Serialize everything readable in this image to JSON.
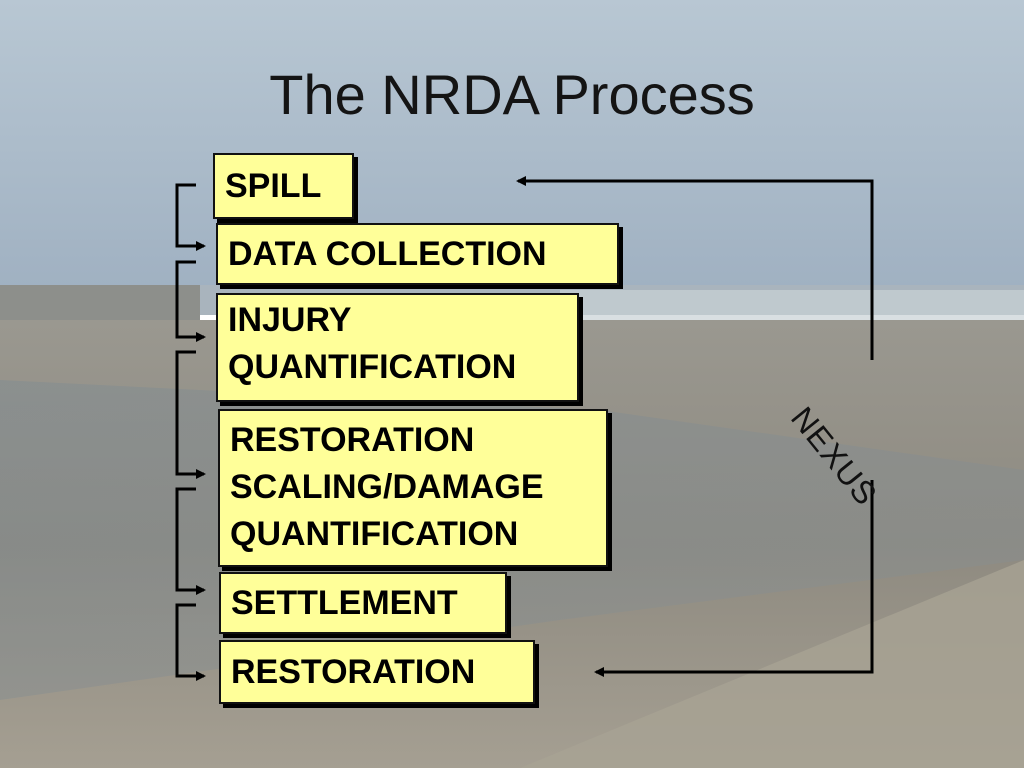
{
  "slide": {
    "title": "The NRDA Process"
  },
  "steps": [
    {
      "label": "SPILL"
    },
    {
      "label": "DATA COLLECTION"
    },
    {
      "label": "INJURY\nQUANTIFICATION"
    },
    {
      "label": "RESTORATION\nSCALING/DAMAGE\nQUANTIFICATION"
    },
    {
      "label": "SETTLEMENT"
    },
    {
      "label": "RESTORATION"
    }
  ],
  "feedback_loop": {
    "label": "NEXUS"
  },
  "colors": {
    "box_fill": "#ffff99",
    "box_border": "#111111",
    "sky": "#9fb3c4",
    "sand": "#9c9788"
  }
}
